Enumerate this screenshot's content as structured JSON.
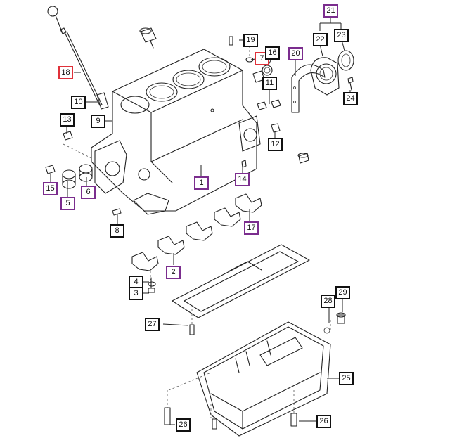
{
  "callout_colors": {
    "default": "#111111",
    "purple": "#7b2d8e",
    "red": "#e0313a"
  },
  "callouts": {
    "c1": "1",
    "c2": "2",
    "c3": "3",
    "c4": "4",
    "c5": "5",
    "c6": "6",
    "c7": "7",
    "c8": "8",
    "c9": "9",
    "c10": "10",
    "c11": "11",
    "c12": "12",
    "c13": "13",
    "c14": "14",
    "c15": "15",
    "c16": "16",
    "c17": "17",
    "c18": "18",
    "c19": "19",
    "c20": "20",
    "c21": "21",
    "c22": "22",
    "c23": "23",
    "c24": "24",
    "c25": "25",
    "c26a": "26",
    "c26b": "26",
    "c27": "27",
    "c28": "28",
    "c29": "29"
  }
}
